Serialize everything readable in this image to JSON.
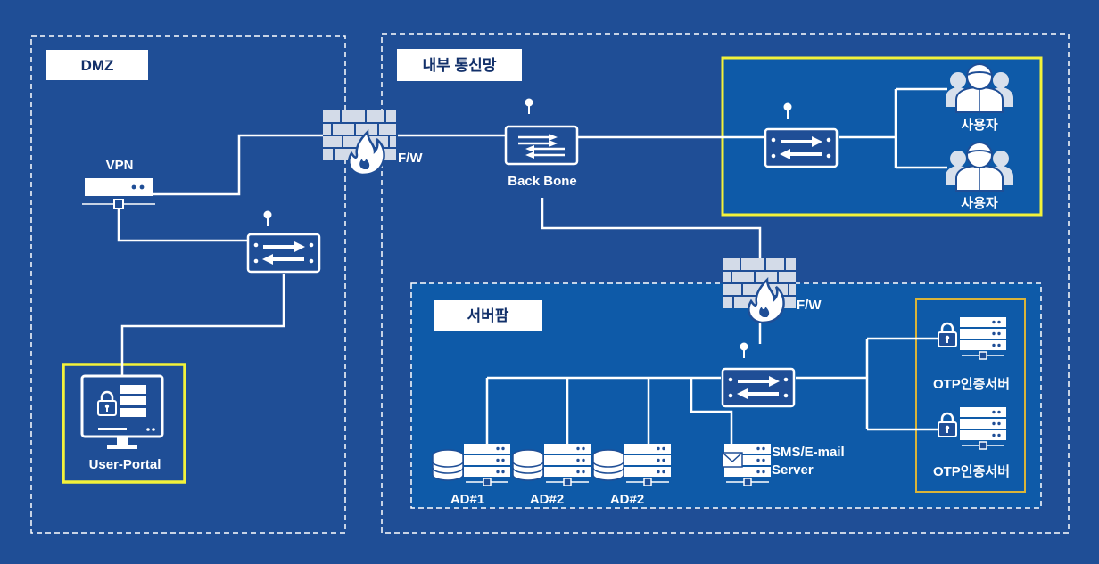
{
  "zones": {
    "dmz": "DMZ",
    "internal": "내부 통신망",
    "server_farm": "서버팜"
  },
  "nodes": {
    "vpn": "VPN",
    "fw1": "F/W",
    "fw2": "F/W",
    "backbone": "Back Bone",
    "user1": "사용자",
    "user2": "사용자",
    "user_portal": "User-Portal",
    "ad1": "AD#1",
    "ad2": "AD#2",
    "ad3": "AD#2",
    "sms_line1": "SMS/E-mail",
    "sms_line2": "Server",
    "otp1": "OTP인증서버",
    "otp2": "OTP인증서버"
  },
  "colors": {
    "background": "#1f4e96",
    "server_panel": "#0e5aa8",
    "highlight": "#f2f23a",
    "otp_border": "#d9b43a",
    "line": "#ffffff"
  }
}
